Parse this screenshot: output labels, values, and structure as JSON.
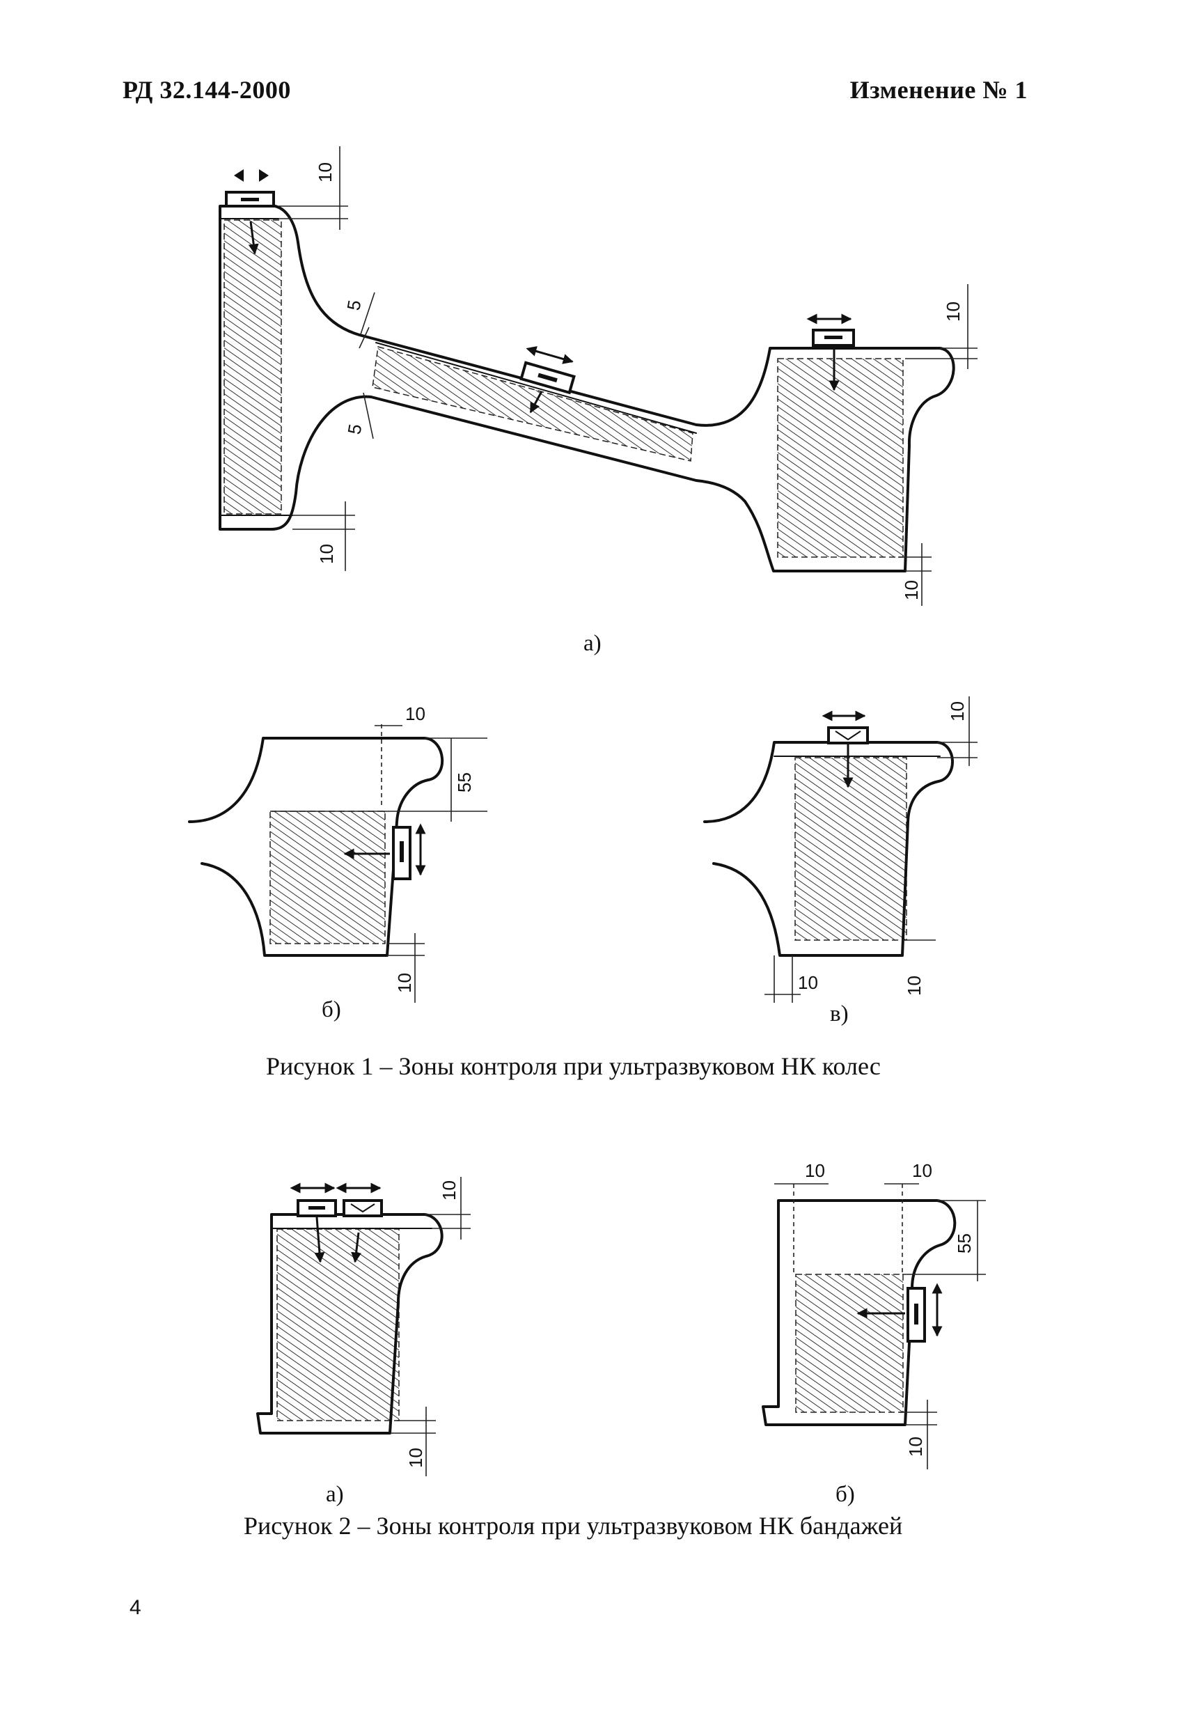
{
  "header": {
    "doc_code": "РД 32.144-2000",
    "amendment": "Изменение № 1"
  },
  "figure1": {
    "caption": "Рисунок 1 – Зоны контроля при ультразвуковом НК колес",
    "labels": {
      "a": "а)",
      "b": "б)",
      "v": "в)"
    },
    "dims": {
      "d10": "10",
      "d5": "5",
      "d55": "55"
    }
  },
  "figure2": {
    "caption": "Рисунок 2 – Зоны контроля при ультразвуковом НК бандажей",
    "labels": {
      "a": "а)",
      "b": "б)"
    }
  },
  "page_number": "4"
}
